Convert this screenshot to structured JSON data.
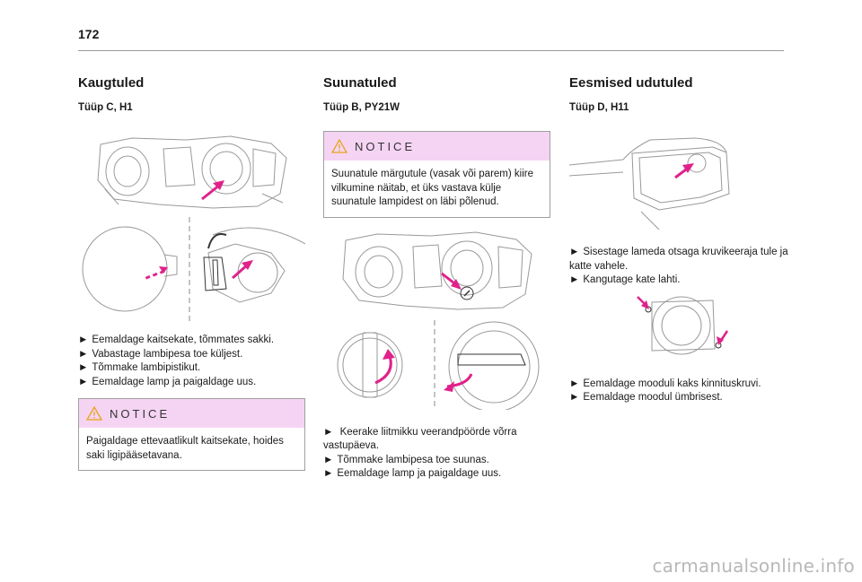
{
  "page_number": "172",
  "col1": {
    "heading": "Kaugtuled",
    "subheading": "Tüüp C, H1",
    "steps": [
      "Eemaldage kaitsekate, tõmmates sakki.",
      "Vabastage lambipesa toe küljest.",
      "Tõmmake lambipistikut.",
      "Eemaldage lamp ja paigaldage uus."
    ],
    "notice": {
      "title": "NOTICE",
      "text": "Paigaldage ettevaatlikult kaitsekate, hoides saki ligipääsetavana."
    }
  },
  "col2": {
    "heading": "Suunatuled",
    "subheading": "Tüüp B, PY21W",
    "notice": {
      "title": "NOTICE",
      "text": "Suunatule märgutule (vasak või parem) kiire vilkumine näitab, et üks vastava külje suunatule lampidest on läbi põlenud."
    },
    "steps": [
      "  Keerake liitmikku veerandpöörde võrra vastupäeva.",
      "Tõmmake lambipesa toe suunas.",
      "Eemaldage lamp ja paigaldage uus."
    ]
  },
  "col3": {
    "heading": "Eesmised udutuled",
    "subheading": "Tüüp D, H11",
    "steps_a": [
      "Sisestage lameda otsaga kruvikeeraja tule ja katte vahele.",
      "Kangutage kate lahti."
    ],
    "steps_b": [
      "Eemaldage mooduli kaks kinnituskruvi.",
      "Eemaldage moodul ümbrisest."
    ]
  },
  "bullet": "►",
  "watermark": "carmanualsonline.info",
  "colors": {
    "accent": "#e0218a",
    "notice_bg": "#f5d4f3",
    "notice_icon": "#e8a317"
  }
}
